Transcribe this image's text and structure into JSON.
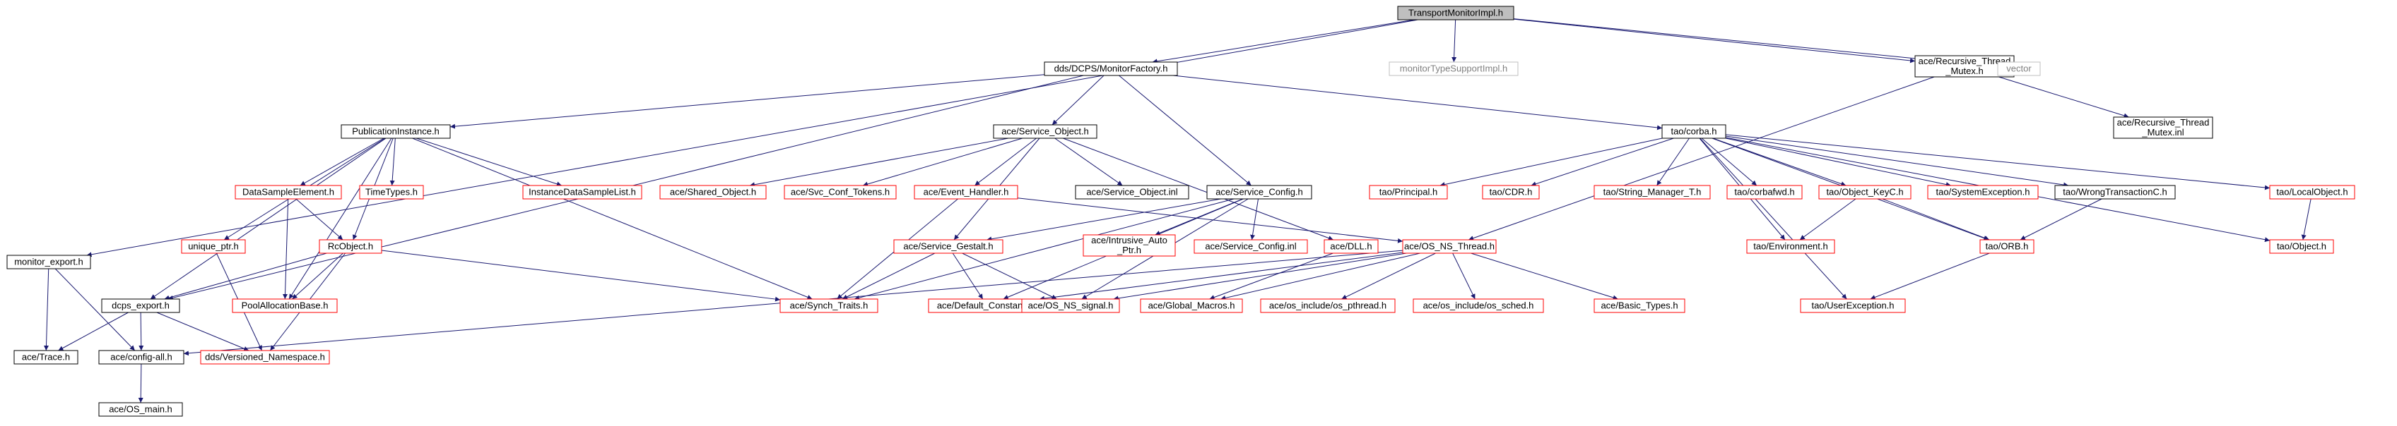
{
  "colors": {
    "edge": "#191970",
    "root_fill": "#bfbfbf",
    "normal_border": "#000000",
    "missing_border": "#ff0000",
    "external_border": "#bfbfbf",
    "external_text": "#808080",
    "text": "#000000"
  },
  "nodes": [
    {
      "id": "root",
      "label": "TransportMonitorImpl.h",
      "kind": "root"
    },
    {
      "id": "monitor_export",
      "label": "monitor_export.h",
      "kind": "normal"
    },
    {
      "id": "monitorfactory",
      "label": "dds/DCPS/MonitorFactory.h",
      "kind": "normal"
    },
    {
      "id": "montypesupport",
      "label": "monitorTypeSupportImpl.h",
      "kind": "external"
    },
    {
      "id": "recmutex",
      "label": [
        "ace/Recursive_Thread",
        "_Mutex.h"
      ],
      "kind": "normal"
    },
    {
      "id": "vector",
      "label": "vector",
      "kind": "external"
    },
    {
      "id": "recmutexinl",
      "label": [
        "ace/Recursive_Thread",
        "_Mutex.inl"
      ],
      "kind": "normal"
    },
    {
      "id": "pubinstance",
      "label": "PublicationInstance.h",
      "kind": "normal"
    },
    {
      "id": "serviceobject",
      "label": "ace/Service_Object.h",
      "kind": "normal"
    },
    {
      "id": "corba",
      "label": "tao/corba.h",
      "kind": "normal"
    },
    {
      "id": "datasample",
      "label": "DataSampleElement.h",
      "kind": "missing"
    },
    {
      "id": "timetypes",
      "label": "TimeTypes.h",
      "kind": "missing"
    },
    {
      "id": "instancedsl",
      "label": "InstanceDataSampleList.h",
      "kind": "missing"
    },
    {
      "id": "sharedobject",
      "label": "ace/Shared_Object.h",
      "kind": "missing"
    },
    {
      "id": "svcconftokens",
      "label": "ace/Svc_Conf_Tokens.h",
      "kind": "missing"
    },
    {
      "id": "eventhandler",
      "label": "ace/Event_Handler.h",
      "kind": "missing"
    },
    {
      "id": "serviceobjectinl",
      "label": "ace/Service_Object.inl",
      "kind": "normal"
    },
    {
      "id": "serviceconfig",
      "label": "ace/Service_Config.h",
      "kind": "normal"
    },
    {
      "id": "principal",
      "label": "tao/Principal.h",
      "kind": "missing"
    },
    {
      "id": "cdr",
      "label": "tao/CDR.h",
      "kind": "missing"
    },
    {
      "id": "stringmanager",
      "label": "tao/String_Manager_T.h",
      "kind": "missing"
    },
    {
      "id": "corbafwd",
      "label": "tao/corbafwd.h",
      "kind": "missing"
    },
    {
      "id": "objectkeyc",
      "label": "tao/Object_KeyC.h",
      "kind": "missing"
    },
    {
      "id": "sysexception",
      "label": "tao/SystemException.h",
      "kind": "missing"
    },
    {
      "id": "wrongtransaction",
      "label": "tao/WrongTransactionC.h",
      "kind": "normal"
    },
    {
      "id": "localobject",
      "label": "tao/LocalObject.h",
      "kind": "missing"
    },
    {
      "id": "uniqueptr",
      "label": "unique_ptr.h",
      "kind": "missing"
    },
    {
      "id": "rcobject",
      "label": "RcObject.h",
      "kind": "missing"
    },
    {
      "id": "intrusiveauto",
      "label": [
        "ace/Intrusive_Auto",
        "_Ptr.h"
      ],
      "kind": "missing"
    },
    {
      "id": "serviceconfiginl",
      "label": "ace/Service_Config.inl",
      "kind": "missing"
    },
    {
      "id": "dll",
      "label": "ace/DLL.h",
      "kind": "missing"
    },
    {
      "id": "osnsthread",
      "label": "ace/OS_NS_Thread.h",
      "kind": "missing"
    },
    {
      "id": "environment",
      "label": "tao/Environment.h",
      "kind": "missing"
    },
    {
      "id": "orb",
      "label": "tao/ORB.h",
      "kind": "missing"
    },
    {
      "id": "object",
      "label": "tao/Object.h",
      "kind": "missing"
    },
    {
      "id": "servicegestalt",
      "label": "ace/Service_Gestalt.h",
      "kind": "missing"
    },
    {
      "id": "dcpsexport",
      "label": "dcps_export.h",
      "kind": "normal"
    },
    {
      "id": "poolalloc",
      "label": "PoolAllocationBase.h",
      "kind": "missing"
    },
    {
      "id": "synchtraits",
      "label": "ace/Synch_Traits.h",
      "kind": "missing"
    },
    {
      "id": "defaultconstants",
      "label": "ace/Default_Constants.h",
      "kind": "missing"
    },
    {
      "id": "osnssignal",
      "label": "ace/OS_NS_signal.h",
      "kind": "missing"
    },
    {
      "id": "globalmacros",
      "label": "ace/Global_Macros.h",
      "kind": "missing"
    },
    {
      "id": "ospthread",
      "label": "ace/os_include/os_pthread.h",
      "kind": "missing"
    },
    {
      "id": "ossched",
      "label": "ace/os_include/os_sched.h",
      "kind": "missing"
    },
    {
      "id": "basictypes",
      "label": "ace/Basic_Types.h",
      "kind": "missing"
    },
    {
      "id": "userexception",
      "label": "tao/UserException.h",
      "kind": "missing"
    },
    {
      "id": "trace",
      "label": "ace/Trace.h",
      "kind": "normal"
    },
    {
      "id": "configall",
      "label": "ace/config-all.h",
      "kind": "normal"
    },
    {
      "id": "versionedns",
      "label": "dds/Versioned_Namespace.h",
      "kind": "missing"
    },
    {
      "id": "osmain",
      "label": "ace/OS_main.h",
      "kind": "normal"
    }
  ],
  "edges": [
    [
      "root",
      "monitor_export"
    ],
    [
      "root",
      "monitorfactory"
    ],
    [
      "root",
      "montypesupport"
    ],
    [
      "root",
      "recmutex"
    ],
    [
      "root",
      "vector"
    ],
    [
      "monitor_export",
      "trace"
    ],
    [
      "monitor_export",
      "configall"
    ],
    [
      "monitorfactory",
      "pubinstance"
    ],
    [
      "monitorfactory",
      "serviceobject"
    ],
    [
      "monitorfactory",
      "corba"
    ],
    [
      "monitorfactory",
      "serviceconfig"
    ],
    [
      "monitorfactory",
      "dcpsexport"
    ],
    [
      "recmutex",
      "recmutexinl"
    ],
    [
      "recmutex",
      "osnsthread"
    ],
    [
      "pubinstance",
      "datasample"
    ],
    [
      "pubinstance",
      "timetypes"
    ],
    [
      "pubinstance",
      "instancedsl"
    ],
    [
      "pubinstance",
      "uniqueptr"
    ],
    [
      "pubinstance",
      "rcobject"
    ],
    [
      "pubinstance",
      "dcpsexport"
    ],
    [
      "pubinstance",
      "poolalloc"
    ],
    [
      "pubinstance",
      "synchtraits"
    ],
    [
      "serviceobject",
      "sharedobject"
    ],
    [
      "serviceobject",
      "svcconftokens"
    ],
    [
      "serviceobject",
      "eventhandler"
    ],
    [
      "serviceobject",
      "serviceobjectinl"
    ],
    [
      "serviceobject",
      "dll"
    ],
    [
      "serviceobject",
      "servicegestalt"
    ],
    [
      "corba",
      "principal"
    ],
    [
      "corba",
      "cdr"
    ],
    [
      "corba",
      "stringmanager"
    ],
    [
      "corba",
      "corbafwd"
    ],
    [
      "corba",
      "objectkeyc"
    ],
    [
      "corba",
      "sysexception"
    ],
    [
      "corba",
      "wrongtransaction"
    ],
    [
      "corba",
      "localobject"
    ],
    [
      "corba",
      "environment"
    ],
    [
      "corba",
      "orb"
    ],
    [
      "corba",
      "object"
    ],
    [
      "corba",
      "userexception"
    ],
    [
      "datasample",
      "rcobject"
    ],
    [
      "datasample",
      "poolalloc"
    ],
    [
      "eventhandler",
      "osnsthread"
    ],
    [
      "eventhandler",
      "synchtraits"
    ],
    [
      "serviceconfig",
      "intrusiveauto"
    ],
    [
      "serviceconfig",
      "serviceconfiginl"
    ],
    [
      "serviceconfig",
      "servicegestalt"
    ],
    [
      "serviceconfig",
      "synchtraits"
    ],
    [
      "serviceconfig",
      "defaultconstants"
    ],
    [
      "serviceconfig",
      "osnssignal"
    ],
    [
      "objectkeyc",
      "environment"
    ],
    [
      "objectkeyc",
      "orb"
    ],
    [
      "wrongtransaction",
      "orb"
    ],
    [
      "localobject",
      "object"
    ],
    [
      "uniqueptr",
      "versionedns"
    ],
    [
      "rcobject",
      "dcpsexport"
    ],
    [
      "rcobject",
      "poolalloc"
    ],
    [
      "rcobject",
      "synchtraits"
    ],
    [
      "rcobject",
      "versionedns"
    ],
    [
      "dll",
      "globalmacros"
    ],
    [
      "osnsthread",
      "osnssignal"
    ],
    [
      "osnsthread",
      "globalmacros"
    ],
    [
      "osnsthread",
      "ospthread"
    ],
    [
      "osnsthread",
      "ossched"
    ],
    [
      "osnsthread",
      "basictypes"
    ],
    [
      "osnsthread",
      "defaultconstants"
    ],
    [
      "osnsthread",
      "configall"
    ],
    [
      "orb",
      "userexception"
    ],
    [
      "servicegestalt",
      "defaultconstants"
    ],
    [
      "servicegestalt",
      "osnssignal"
    ],
    [
      "servicegestalt",
      "synchtraits"
    ],
    [
      "dcpsexport",
      "trace"
    ],
    [
      "dcpsexport",
      "configall"
    ],
    [
      "dcpsexport",
      "versionedns"
    ],
    [
      "configall",
      "osmain"
    ]
  ]
}
